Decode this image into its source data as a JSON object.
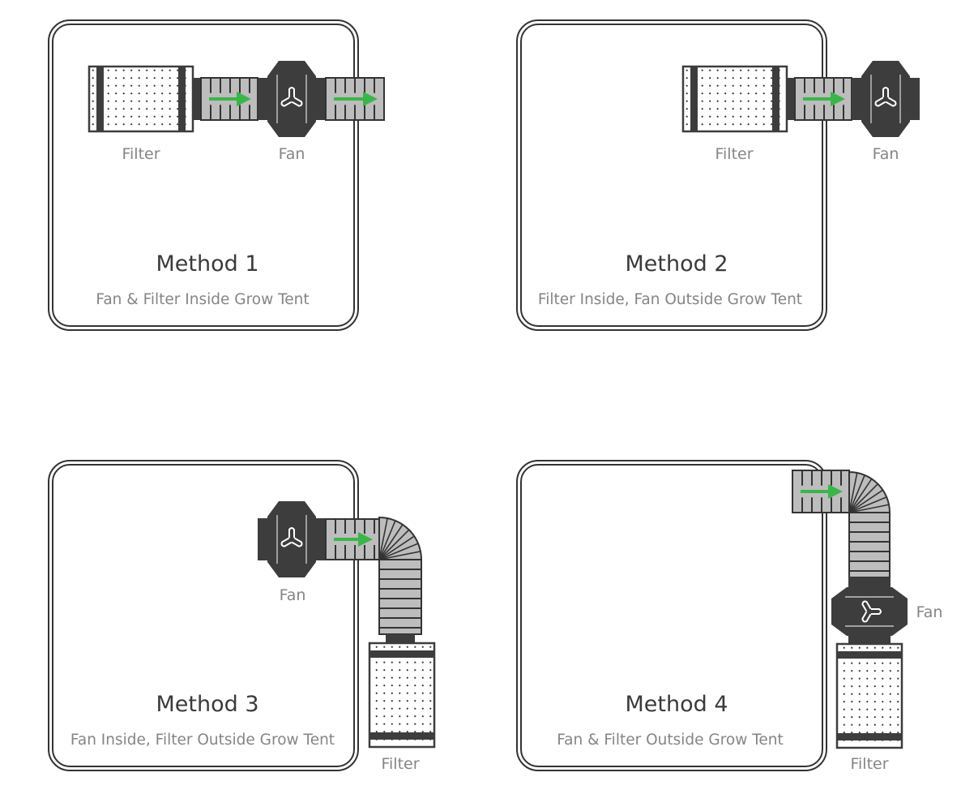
{
  "colors": {
    "dark": "#3d3d3d",
    "duct": "#bdbdbd",
    "arrow": "#3bb54a",
    "text": "#858585"
  },
  "methods": [
    {
      "title": "Method 1",
      "subtitle": "Fan & Filter Inside Grow Tent",
      "filter_label": "Filter",
      "fan_label": "Fan"
    },
    {
      "title": "Method 2",
      "subtitle": "Filter Inside, Fan Outside Grow Tent",
      "filter_label": "Filter",
      "fan_label": "Fan"
    },
    {
      "title": "Method 3",
      "subtitle": "Fan Inside, Filter Outside Grow Tent",
      "filter_label": "Filter",
      "fan_label": "Fan"
    },
    {
      "title": "Method 4",
      "subtitle": "Fan & Filter Outside Grow Tent",
      "filter_label": "Filter",
      "fan_label": "Fan"
    }
  ]
}
